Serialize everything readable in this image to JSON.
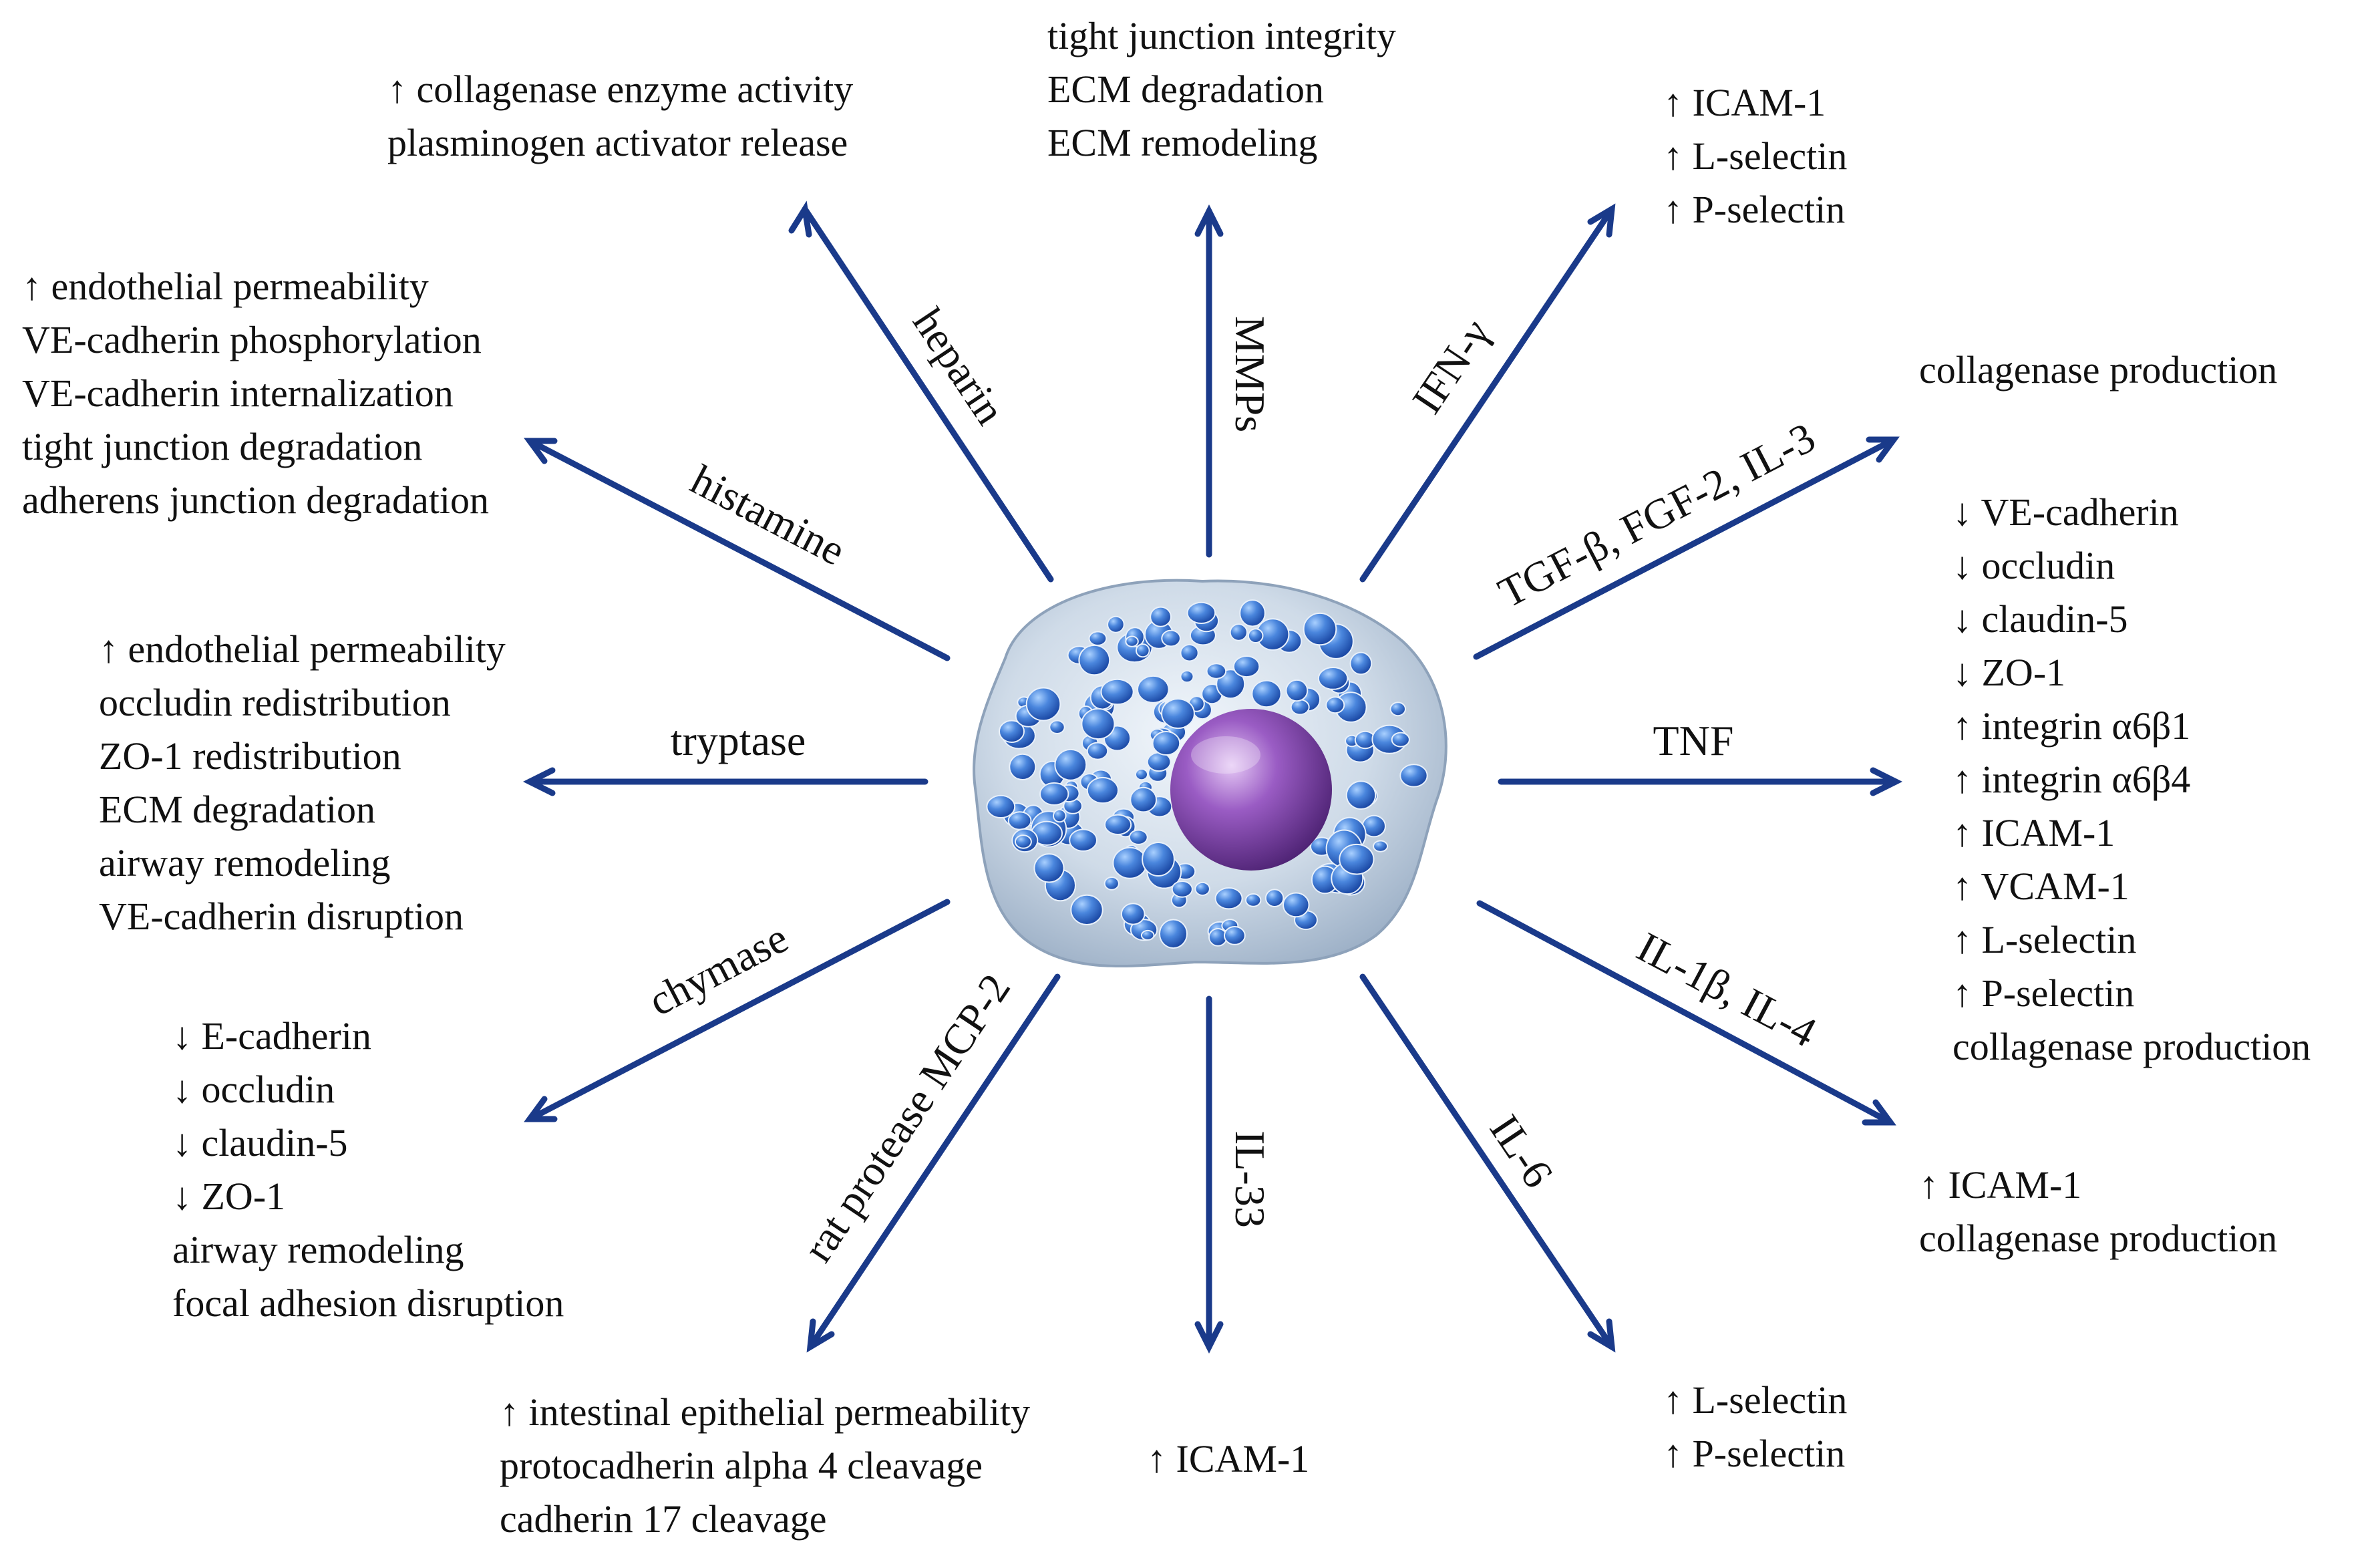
{
  "colors": {
    "arrow": "#1a3a8a",
    "cell_body": "#c9d6e4",
    "granule": "#3f7cd6",
    "nucleus": "#8e54b8",
    "text": "#111111"
  },
  "cell": {
    "icon": "mast-cell-icon"
  },
  "spokes": [
    {
      "id": "heparin",
      "mediator": "heparin",
      "effects": [
        "↑ collagenase enzyme activity",
        "plasminogen activator release"
      ]
    },
    {
      "id": "mmps",
      "mediator": "MMPs",
      "effects": [
        "tight junction integrity",
        "ECM degradation",
        "ECM remodeling"
      ]
    },
    {
      "id": "ifng",
      "mediator": "IFN-γ",
      "effects": [
        "↑ ICAM-1",
        "↑ L-selectin",
        "↑ P-selectin"
      ]
    },
    {
      "id": "tgfb",
      "mediator": "TGF-β, FGF-2, IL-3",
      "effects": [
        "collagenase production"
      ]
    },
    {
      "id": "tnf",
      "mediator": "TNF",
      "effects": [
        "↓ VE-cadherin",
        "↓ occludin",
        "↓ claudin-5",
        "↓ ZO-1",
        "↑ integrin α6β1",
        "↑ integrin α6β4",
        "↑ ICAM-1",
        "↑ VCAM-1",
        "↑ L-selectin",
        "↑ P-selectin",
        "collagenase production"
      ]
    },
    {
      "id": "il1b",
      "mediator": "IL-1β, IL-4",
      "effects": [
        "↑ ICAM-1",
        "collagenase production"
      ]
    },
    {
      "id": "il6",
      "mediator": "IL-6",
      "effects": [
        "↑ L-selectin",
        "↑ P-selectin"
      ]
    },
    {
      "id": "il33",
      "mediator": "IL-33",
      "effects": [
        "↑ ICAM-1"
      ]
    },
    {
      "id": "mcp2",
      "mediator": "rat protease MCP-2",
      "effects": [
        "↑ intestinal epithelial permeability",
        "protocadherin alpha 4 cleavage",
        "cadherin 17 cleavage"
      ]
    },
    {
      "id": "chymase",
      "mediator": "chymase",
      "effects": [
        "↓ E-cadherin",
        "↓ occludin",
        "↓ claudin-5",
        "↓ ZO-1",
        "airway remodeling",
        "focal adhesion disruption"
      ]
    },
    {
      "id": "tryptase",
      "mediator": "tryptase",
      "effects": [
        "↑ endothelial permeability",
        "occludin redistribution",
        "ZO-1 redistribution",
        "ECM degradation",
        "airway remodeling",
        "VE-cadherin disruption"
      ]
    },
    {
      "id": "histamine",
      "mediator": "histamine",
      "effects": [
        "↑ endothelial permeability",
        "VE-cadherin phosphorylation",
        "VE-cadherin internalization",
        "tight junction degradation",
        "adherens junction degradation"
      ]
    }
  ]
}
